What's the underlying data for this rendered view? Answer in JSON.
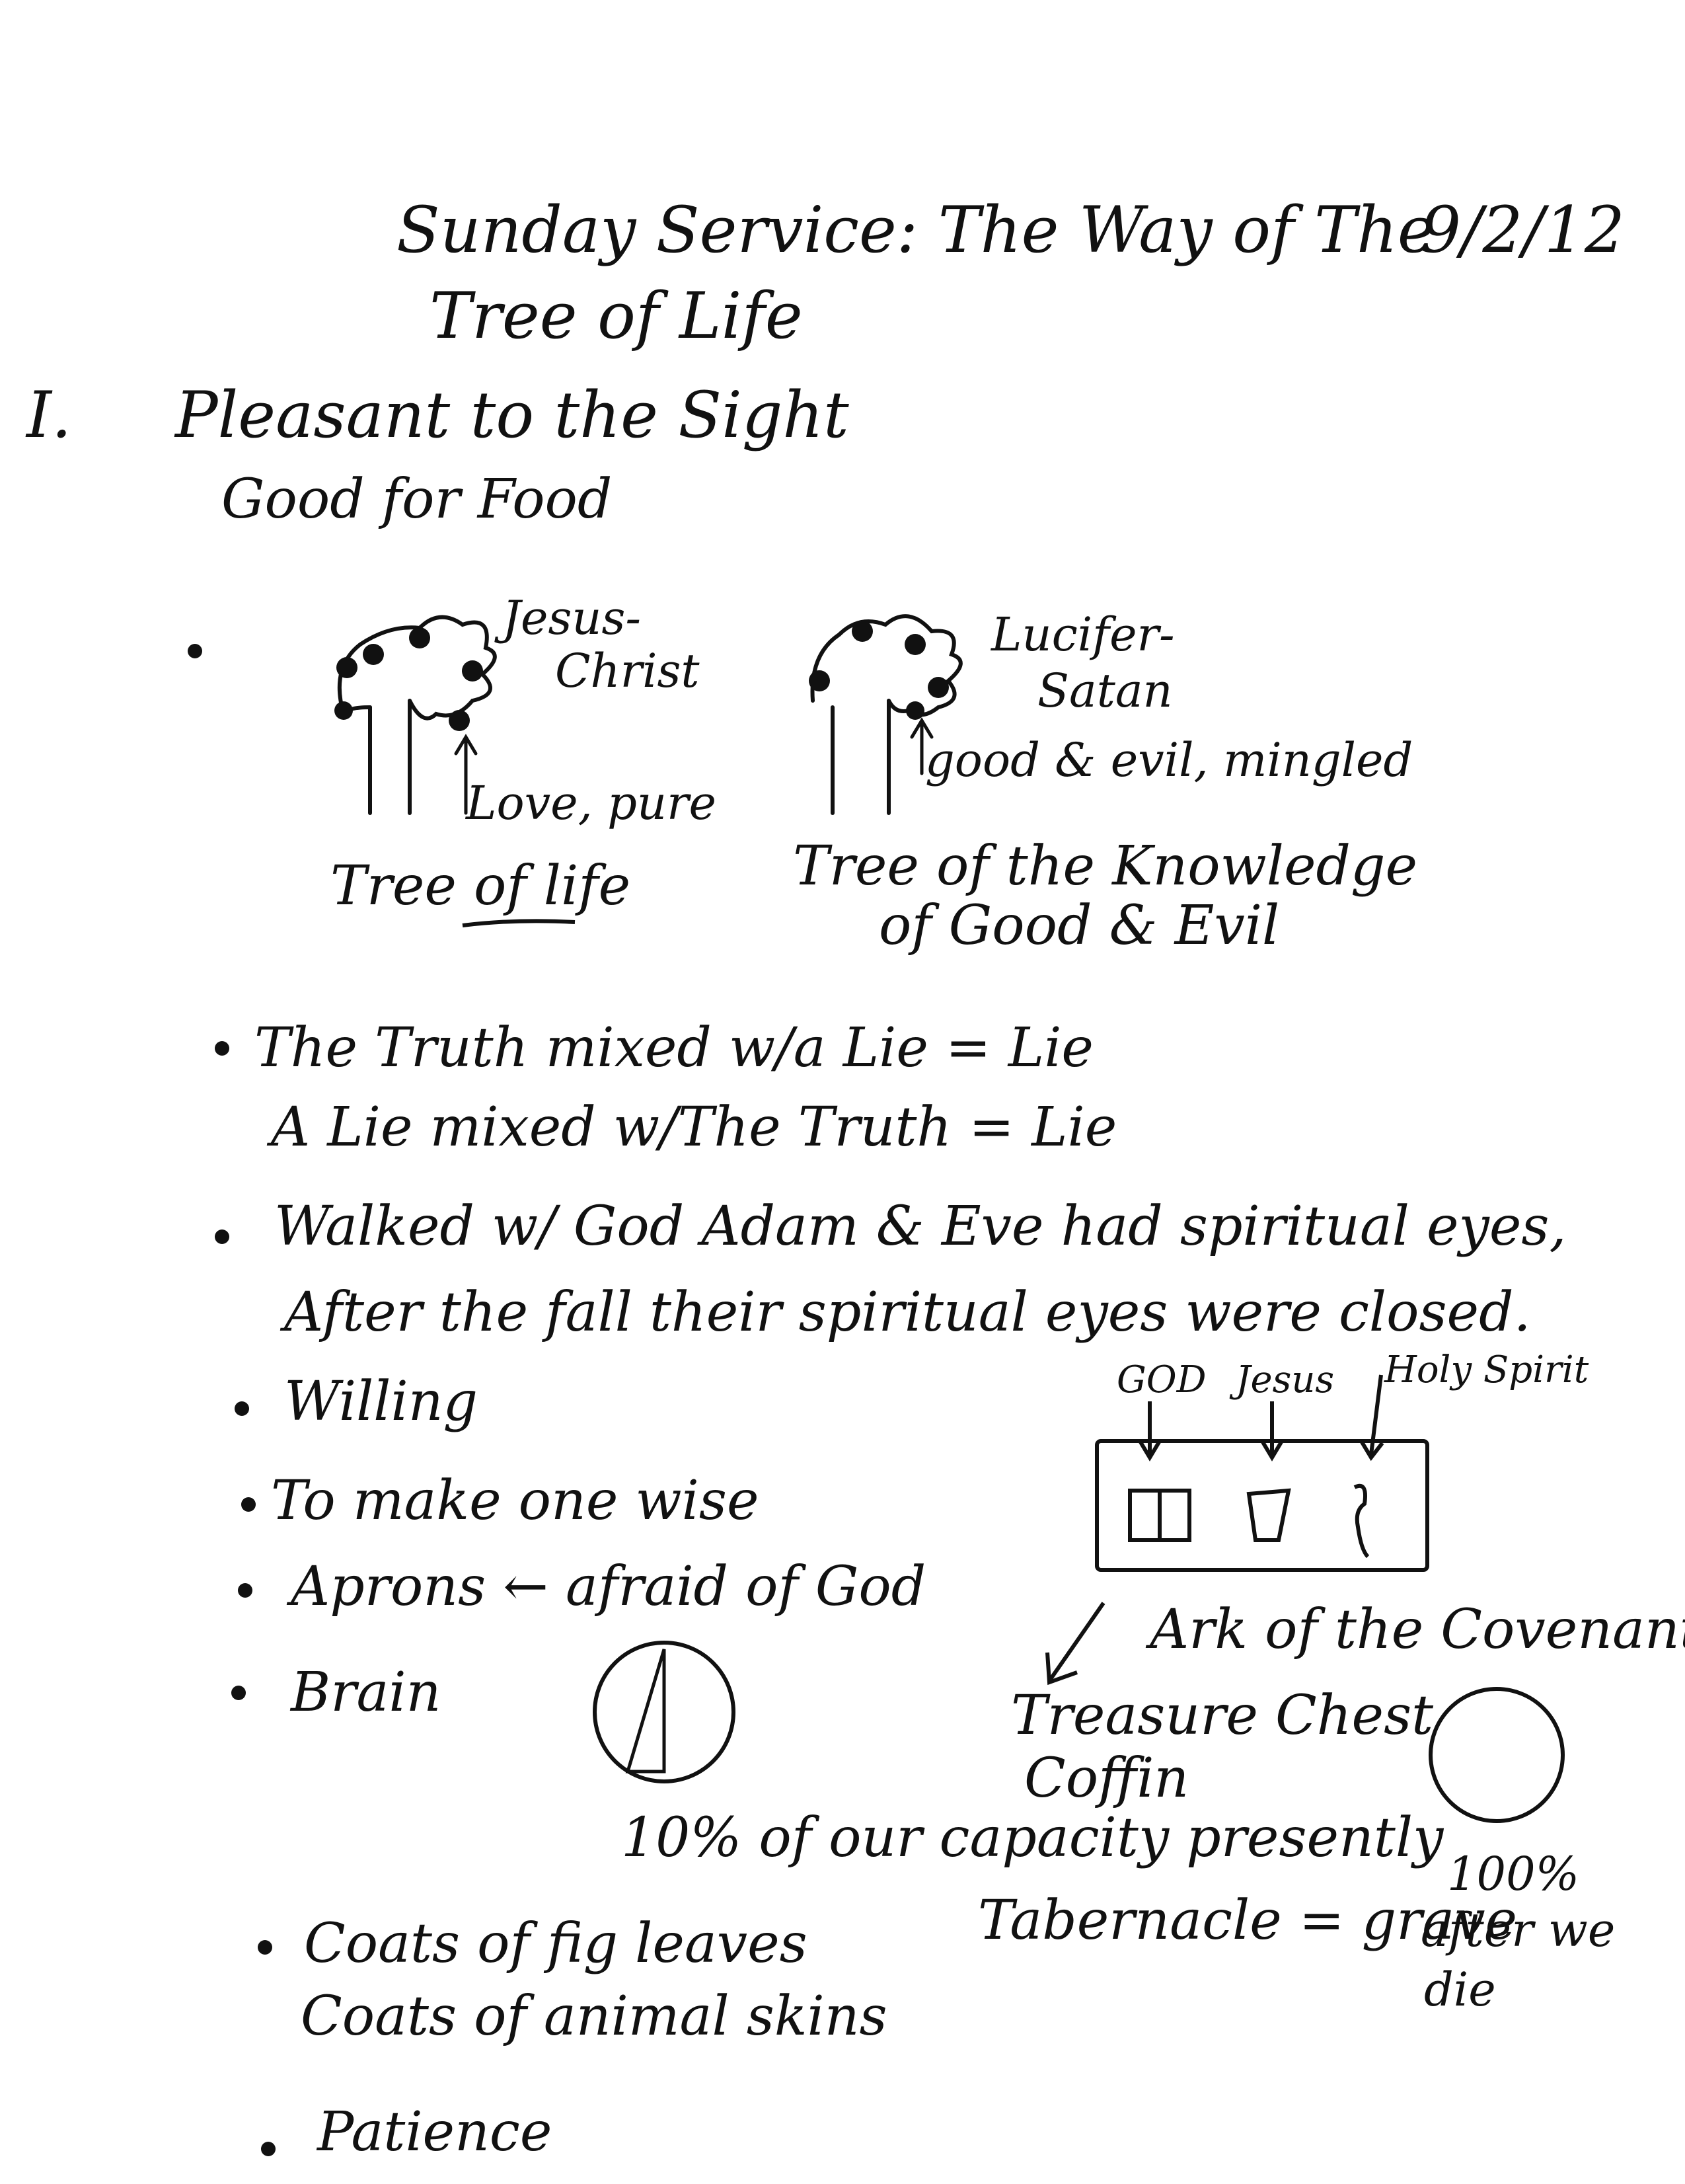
{
  "header": {
    "title_line1": "Sunday Service: The Way of The",
    "date": "9/2/12",
    "title_line2": "Tree of Life"
  },
  "section1": {
    "numeral": "I.",
    "heading": "Pleasant to the Sight",
    "subheading": "Good for Food"
  },
  "trees": {
    "left": {
      "label_top1": "Jesus-",
      "label_top2": "Christ",
      "arrow_label": "Love, pure",
      "caption": "Tree of life"
    },
    "right": {
      "label_top1": "Lucifer-",
      "label_top2": "Satan",
      "arrow_label": "good & evil, mingled",
      "caption_line1": "Tree of the Knowledge",
      "caption_line2": "of Good & Evil"
    }
  },
  "bullets": {
    "truth_line1": "The Truth mixed w/a Lie = Lie",
    "truth_line2": "A Lie mixed w/The Truth = Lie",
    "walked_line1": "Walked w/ God Adam & Eve had spiritual eyes,",
    "walked_line2": "After the fall their spiritual eyes were closed.",
    "willing": "Willing",
    "wise": "To make one wise",
    "aprons": "Aprons ← afraid of God",
    "brain": "Brain",
    "coats_line1": "Coats of fig leaves",
    "coats_line2": "Coats of animal skins",
    "patience": "Patience"
  },
  "ark": {
    "label_god": "GOD",
    "label_jesus": "Jesus",
    "label_spirit": "Holy Spirit",
    "caption": "Ark of the Covenant",
    "treasure": "Treasure Chest",
    "coffin": "Coffin"
  },
  "capacity": {
    "ten_percent": "10% of our capacity presently",
    "tabernacle": "Tabernacle = grave",
    "hundred_percent": "100%",
    "after_line1": "after we",
    "after_line2": "die"
  }
}
